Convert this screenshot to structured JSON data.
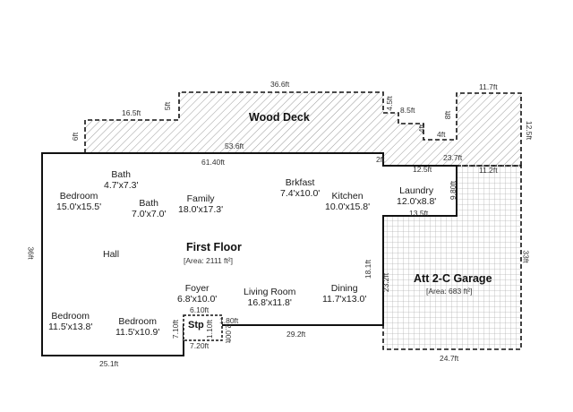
{
  "deck": {
    "title": "Wood Deck"
  },
  "first_floor": {
    "title": "First Floor",
    "area": "[Area: 2111 ft²]"
  },
  "garage": {
    "title": "Att 2-C Garage",
    "area": "[Area: 683 ft²]"
  },
  "rooms": {
    "bath1": {
      "name": "Bath",
      "size": "4.7'x7.3'"
    },
    "bedroom1": {
      "name": "Bedroom",
      "size": "15.0'x15.5'"
    },
    "bath2": {
      "name": "Bath",
      "size": "7.0'x7.0'"
    },
    "family": {
      "name": "Family",
      "size": "18.0'x17.3'"
    },
    "brkfast": {
      "name": "Brkfast",
      "size": "7.4'x10.0'"
    },
    "kitchen": {
      "name": "Kitchen",
      "size": "10.0'x15.8'"
    },
    "laundry": {
      "name": "Laundry",
      "size": "12.0'x8.8'"
    },
    "hall": {
      "name": "Hall"
    },
    "foyer": {
      "name": "Foyer",
      "size": "6.8'x10.0'"
    },
    "living": {
      "name": "Living Room",
      "size": "16.8'x11.8'"
    },
    "dining": {
      "name": "Dining",
      "size": "11.7'x13.0'"
    },
    "bedroom2": {
      "name": "Bedroom",
      "size": "11.5'x13.8'"
    },
    "bedroom3": {
      "name": "Bedroom",
      "size": "11.5'x10.9'"
    },
    "stp": {
      "name": "Stp"
    }
  },
  "dims": {
    "d_36_6": "36.6ft",
    "d_11_7": "11.7ft",
    "d_16_5": "16.5ft",
    "d_5": "5ft",
    "d_4_5": "4.5ft",
    "d_8_5": "8.5ft",
    "d_4a": "4ft",
    "d_4b": "4ft",
    "d_8": "8ft",
    "d_12_5": "12.5ft",
    "d_6": "6ft",
    "d_53_6": "53.6ft",
    "d_61_4": "61.40ft",
    "d_2": "2ft",
    "d_12_5b": "12.5ft",
    "d_23_7": "23.7ft",
    "d_11_2": "11.2ft",
    "d_36": "36ft",
    "d_9_8": "9.80ft",
    "d_13_5": "13.5ft",
    "d_33": "33ft",
    "d_18": "18.1ft",
    "d_23_2": "23.2ft",
    "d_6_10": "6.10ft",
    "d_1_80": "1.80ft",
    "d_7_10": "7.10ft",
    "d_1_10": "1.10ft",
    "d_2_00": "2.00ft",
    "d_7_20": "7.20ft",
    "d_29_2": "29.2ft",
    "d_25_1": "25.1ft",
    "d_24_7": "24.7ft"
  }
}
